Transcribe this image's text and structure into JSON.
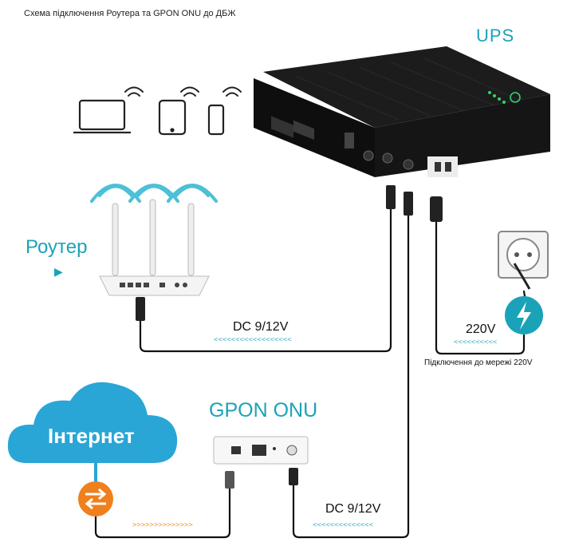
{
  "title": "Схема підключення Роутера та GPON ONU до ДБЖ",
  "labels": {
    "ups": "UPS",
    "router": "Роутер",
    "router_arrow": "▶",
    "gpon": "GPON ONU",
    "internet": "Інтернет",
    "dc_router": "DC 9/12V",
    "dc_onu": "DC 9/12V",
    "v220": "220V",
    "mains": "Підключення до мережі 220V"
  },
  "flow_arrows": {
    "router_line": "<<<<<<<<<<<<<<<<<<",
    "mains_line": "<<<<<<<<<<",
    "internet_line": ">>>>>>>>>>>>>>",
    "onu_line": "<<<<<<<<<<<<<<"
  },
  "colors": {
    "accent": "#1aa3b8",
    "internet_cloud": "#29a6d6",
    "internet_badge": "#f07f1e",
    "power_icon": "#1aa3b8"
  },
  "icons": [
    "laptop-icon",
    "tablet-icon",
    "phone-icon",
    "wifi-icon",
    "router-icon",
    "onu-icon",
    "ups-icon",
    "wall-socket-icon",
    "lightning-icon",
    "cloud-icon",
    "exchange-arrows-icon"
  ]
}
